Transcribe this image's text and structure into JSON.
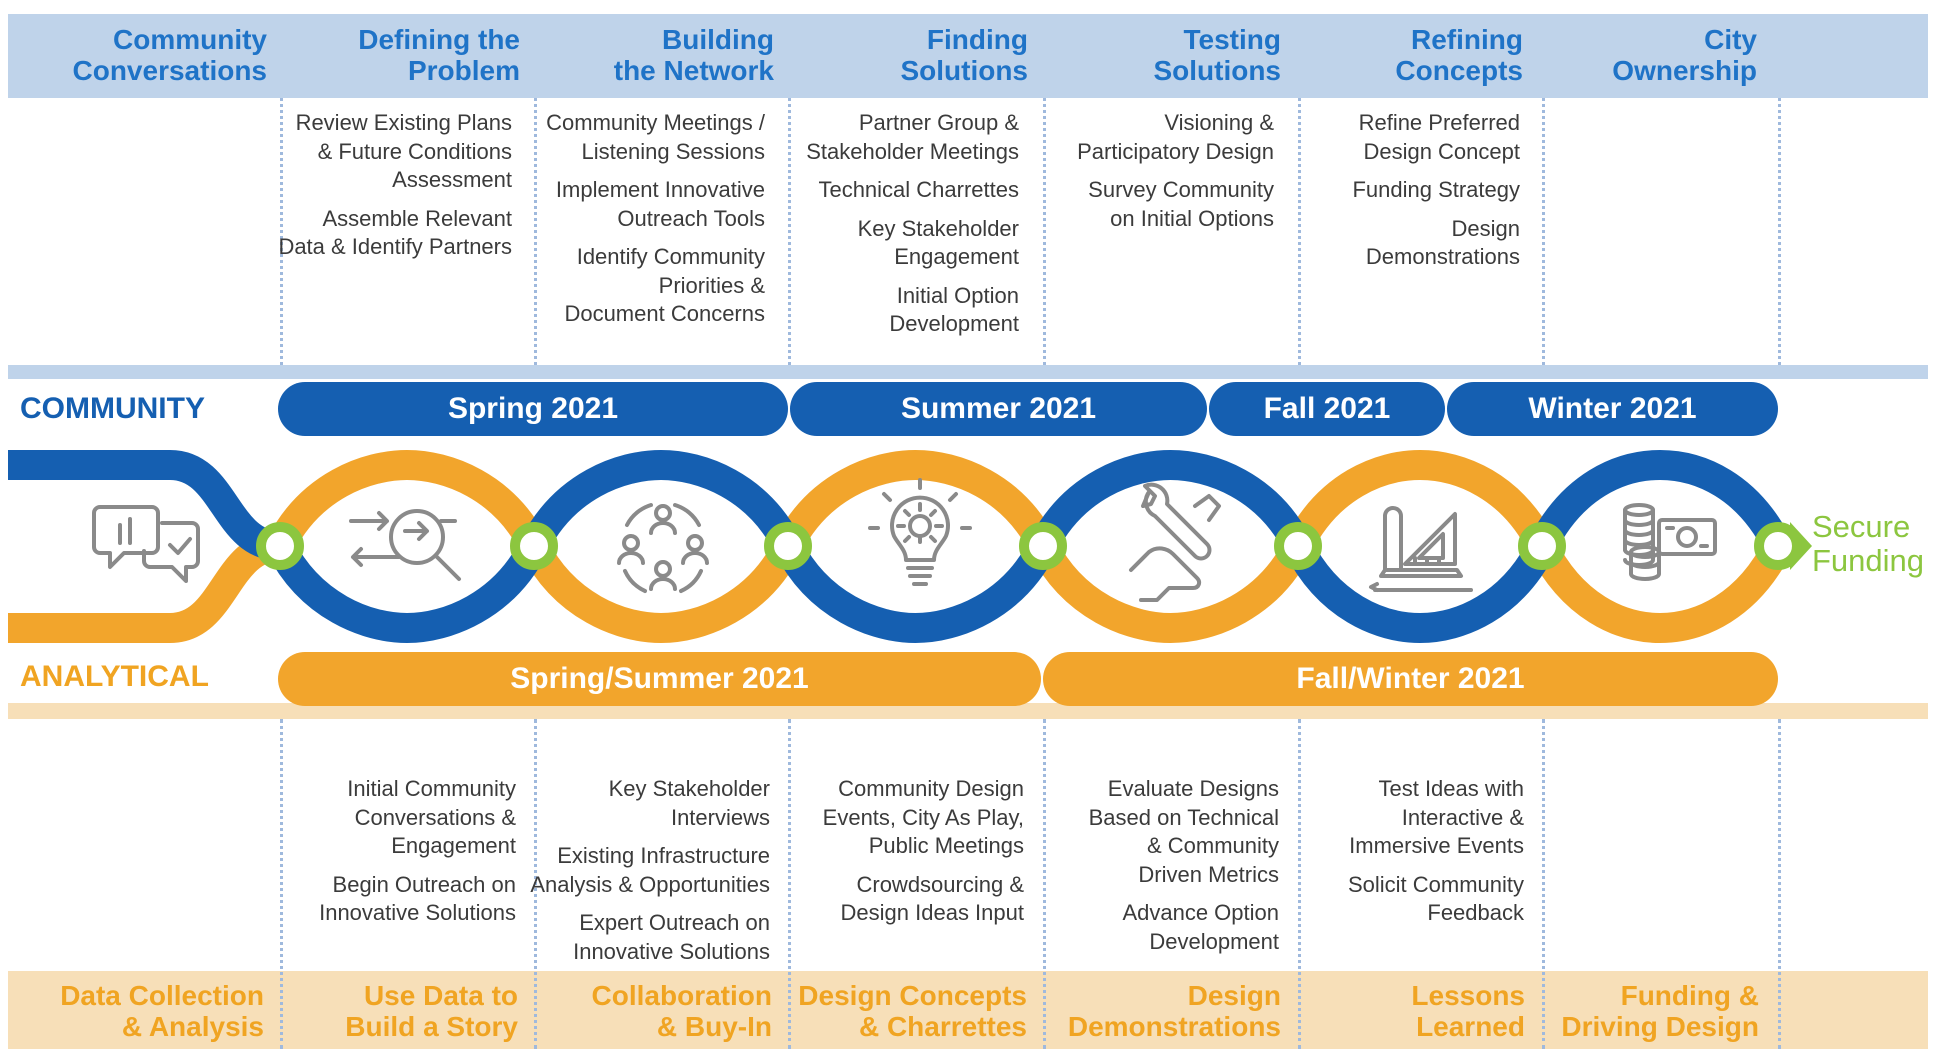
{
  "colors": {
    "blue": "#155fb1",
    "orange": "#f2a52c",
    "green": "#8cc63f",
    "phase_blue": "#1f73c7",
    "phase_orange": "#f0a422",
    "top_band": "#bfd3ea",
    "bottom_band": "#f7dfb8",
    "icon_gray": "#8a8a8a"
  },
  "phases_top": [
    {
      "line1": "Community",
      "line2": "Conversations"
    },
    {
      "line1": "Defining the",
      "line2": "Problem"
    },
    {
      "line1": "Building",
      "line2": "the Network"
    },
    {
      "line1": "Finding",
      "line2": "Solutions"
    },
    {
      "line1": "Testing",
      "line2": "Solutions"
    },
    {
      "line1": "Refining",
      "line2": "Concepts"
    },
    {
      "line1": "City",
      "line2": "Ownership"
    }
  ],
  "community_notes": [
    [],
    [
      "Review Existing Plans\n& Future Conditions\nAssessment",
      "Assemble Relevant\nData & Identify Partners"
    ],
    [
      "Community Meetings /\nListening Sessions",
      "Implement Innovative\nOutreach Tools",
      "Identify Community\nPriorities &\nDocument Concerns"
    ],
    [
      "Partner Group &\nStakeholder Meetings",
      "Technical Charrettes",
      "Key Stakeholder\nEngagement",
      "Initial Option\nDevelopment"
    ],
    [
      "Visioning &\nParticipatory Design",
      "Survey Community\non Initial Options"
    ],
    [
      "Refine Preferred\nDesign Concept",
      "Funding Strategy",
      "Design\nDemonstrations"
    ],
    []
  ],
  "tracks": {
    "community_label": "COMMUNITY",
    "analytical_label": "ANALYTICAL"
  },
  "community_timeline": [
    "Spring 2021",
    "Summer 2021",
    "Fall 2021",
    "Winter 2021"
  ],
  "analytical_timeline": [
    "Spring/Summer 2021",
    "Fall/Winter 2021"
  ],
  "icons": [
    "chat-bubbles-icon",
    "magnifier-arrows-icon",
    "people-network-icon",
    "lightbulb-gear-icon",
    "wrench-hand-icon",
    "drafting-ruler-icon",
    "coins-money-icon"
  ],
  "goal": {
    "line1": "Secure",
    "line2": "Funding"
  },
  "analytical_notes": [
    [],
    [
      "Initial Community\nConversations &\nEngagement",
      "Begin Outreach on\nInnovative Solutions"
    ],
    [
      "Key Stakeholder\nInterviews",
      "Existing Infrastructure\nAnalysis & Opportunities",
      "Expert Outreach on\nInnovative Solutions"
    ],
    [
      "Community Design\nEvents, City As Play,\nPublic Meetings",
      "Crowdsourcing &\nDesign Ideas Input"
    ],
    [
      "Evaluate Designs\nBased on Technical\n& Community\nDriven Metrics",
      "Advance Option\nDevelopment"
    ],
    [
      "Test Ideas with\nInteractive &\nImmersive Events",
      "Solicit Community\nFeedback"
    ],
    []
  ],
  "phases_bottom": [
    {
      "line1": "Data Collection",
      "line2": "& Analysis"
    },
    {
      "line1": "Use Data to",
      "line2": "Build a Story"
    },
    {
      "line1": "Collaboration",
      "line2": "& Buy-In"
    },
    {
      "line1": "Design Concepts",
      "line2": "& Charrettes"
    },
    {
      "line1": "Design",
      "line2": "Demonstrations"
    },
    {
      "line1": "Lessons",
      "line2": "Learned"
    },
    {
      "line1": "Funding &",
      "line2": "Driving Design"
    }
  ]
}
